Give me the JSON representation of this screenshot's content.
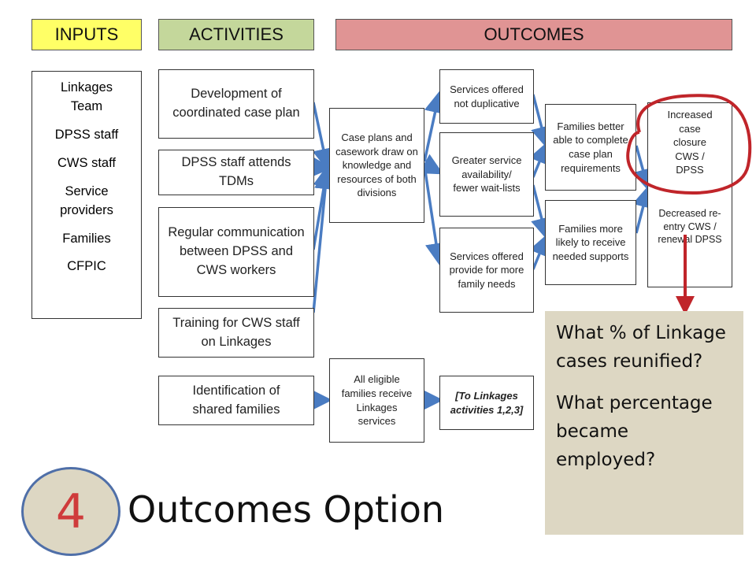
{
  "headers": {
    "inputs": "INPUTS",
    "activities": "ACTIVITIES",
    "outcomes": "OUTCOMES"
  },
  "inputs": [
    "Linkages Team",
    "DPSS staff",
    "CWS staff",
    "Service providers",
    "Families",
    "CFPIC"
  ],
  "activities": {
    "a1": "Development of coordinated case plan",
    "a2": "DPSS staff attends TDMs",
    "a3": "Regular communication between DPSS and CWS workers",
    "a4": "Training for CWS staff on Linkages",
    "a5": "Identification of shared families"
  },
  "short_outcomes": {
    "case_plans": "Case plans and casework draw on knowledge and resources of both divisions",
    "eligible": "All eligible families receive Linkages services"
  },
  "mid_outcomes": {
    "not_duplicative": "Services offered not duplicative",
    "availability": "Greater service availability/ fewer wait-lists",
    "family_needs": "Services offered provide for more family needs",
    "to_linkages": "[To Linkages activities 1,2,3]"
  },
  "long_outcomes": {
    "case_plan_req": "Families better able to complete case plan requirements",
    "supports": "Families more likely to receive needed supports"
  },
  "final_outcomes": {
    "closure": "Increased case closure CWS / DPSS",
    "reentry": "Decreased re-entry CWS / renewal DPSS"
  },
  "questions": {
    "q1": "What % of Linkage cases reunified?",
    "q2": "What percentage became employed?"
  },
  "badge_number": "4",
  "slide_title": "Outcomes Option",
  "colors": {
    "inputs_header": "#ffff66",
    "activities_header": "#c4d79b",
    "outcomes_header": "#e09494",
    "arrow_blue": "#4a7cc2",
    "highlight_red": "#c0252a",
    "question_bg": "#ddd7c3",
    "badge_number": "#cf3b3b"
  },
  "icons": [
    "arrow-right-icon",
    "highlight-circle",
    "arrow-down-icon"
  ]
}
